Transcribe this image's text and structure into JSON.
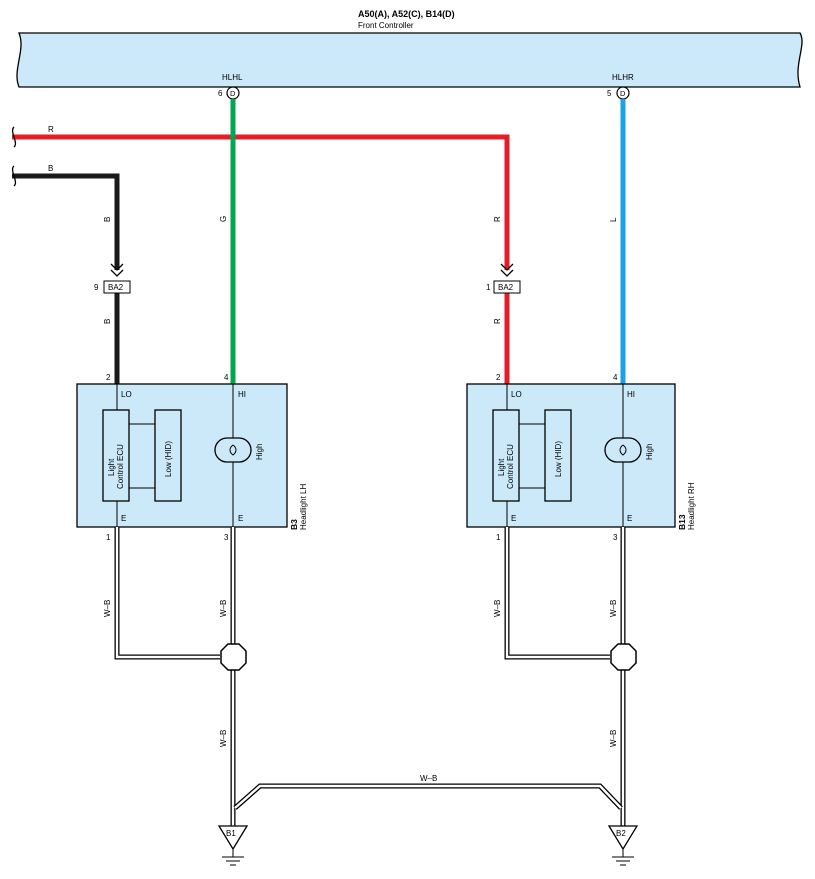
{
  "colors": {
    "controller_fill": "#cbe9f8",
    "unit_fill": "#cbe9f8",
    "wire_red": "#e41e26",
    "wire_green": "#00a651",
    "wire_blue": "#1aa3e3",
    "wire_black": "#1a1a1a",
    "ground_wire": "#ffffff"
  },
  "controller": {
    "code": "A50(A), A52(C), B14(D)",
    "name": "Front Controller",
    "pins": [
      {
        "num": "6",
        "conn": "D",
        "label": "HLHL"
      },
      {
        "num": "5",
        "conn": "D",
        "label": "HLHR"
      }
    ]
  },
  "wires": {
    "r_top": "R",
    "b_top": "B",
    "b_vert": "B",
    "g_vert": "G",
    "r_vert": "R",
    "l_vert": "L",
    "b_lower": "B",
    "r_lower": "R"
  },
  "junctions": [
    {
      "pin": "9",
      "label": "BA2"
    },
    {
      "pin": "1",
      "label": "BA2"
    }
  ],
  "headlights": [
    {
      "code": "B3",
      "name": "Headlight LH",
      "pin_lo": "2",
      "pin_hi": "4",
      "lbl_lo": "LO",
      "lbl_hi": "HI",
      "ecu_line1": "Light",
      "ecu_line2": "Control ECU",
      "low": "Low (HID)",
      "high": "High",
      "e1": "E",
      "e2": "E",
      "pin_e1": "1",
      "pin_e2": "3"
    },
    {
      "code": "B13",
      "name": "Headlight RH",
      "pin_lo": "2",
      "pin_hi": "4",
      "lbl_lo": "LO",
      "lbl_hi": "HI",
      "ecu_line1": "Light",
      "ecu_line2": "Control ECU",
      "low": "Low (HID)",
      "high": "High",
      "e1": "E",
      "e2": "E",
      "pin_e1": "1",
      "pin_e2": "3"
    }
  ],
  "ground_wire_label": "W–B",
  "grounds": [
    "B1",
    "B2"
  ]
}
